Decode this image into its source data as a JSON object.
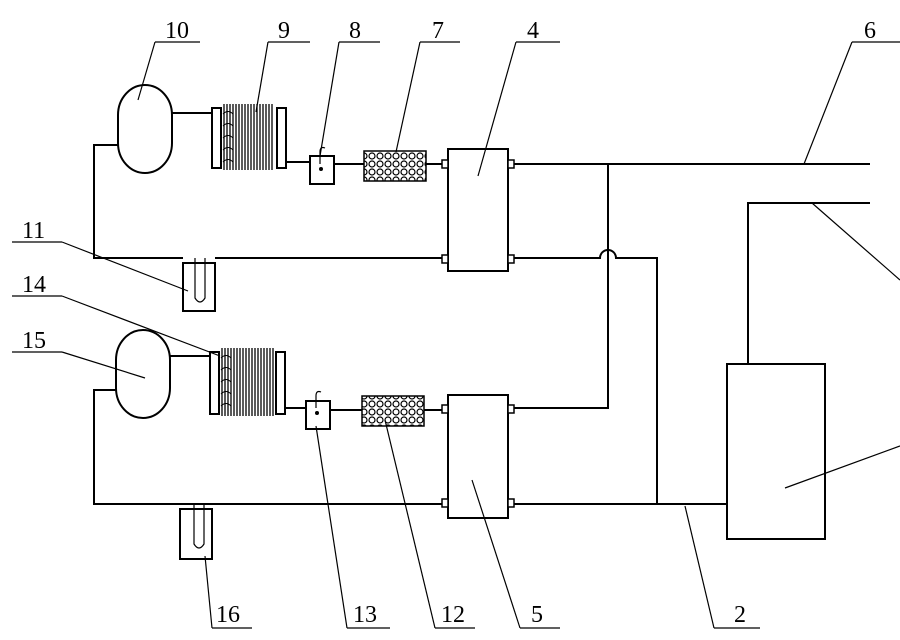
{
  "labels": {
    "l2": "2",
    "l4": "4",
    "l5": "5",
    "l6": "6",
    "l7": "7",
    "l8": "8",
    "l9": "9",
    "l10": "10",
    "l11": "11",
    "l12": "12",
    "l13": "13",
    "l14": "14",
    "l15": "15",
    "l16": "16"
  }
}
